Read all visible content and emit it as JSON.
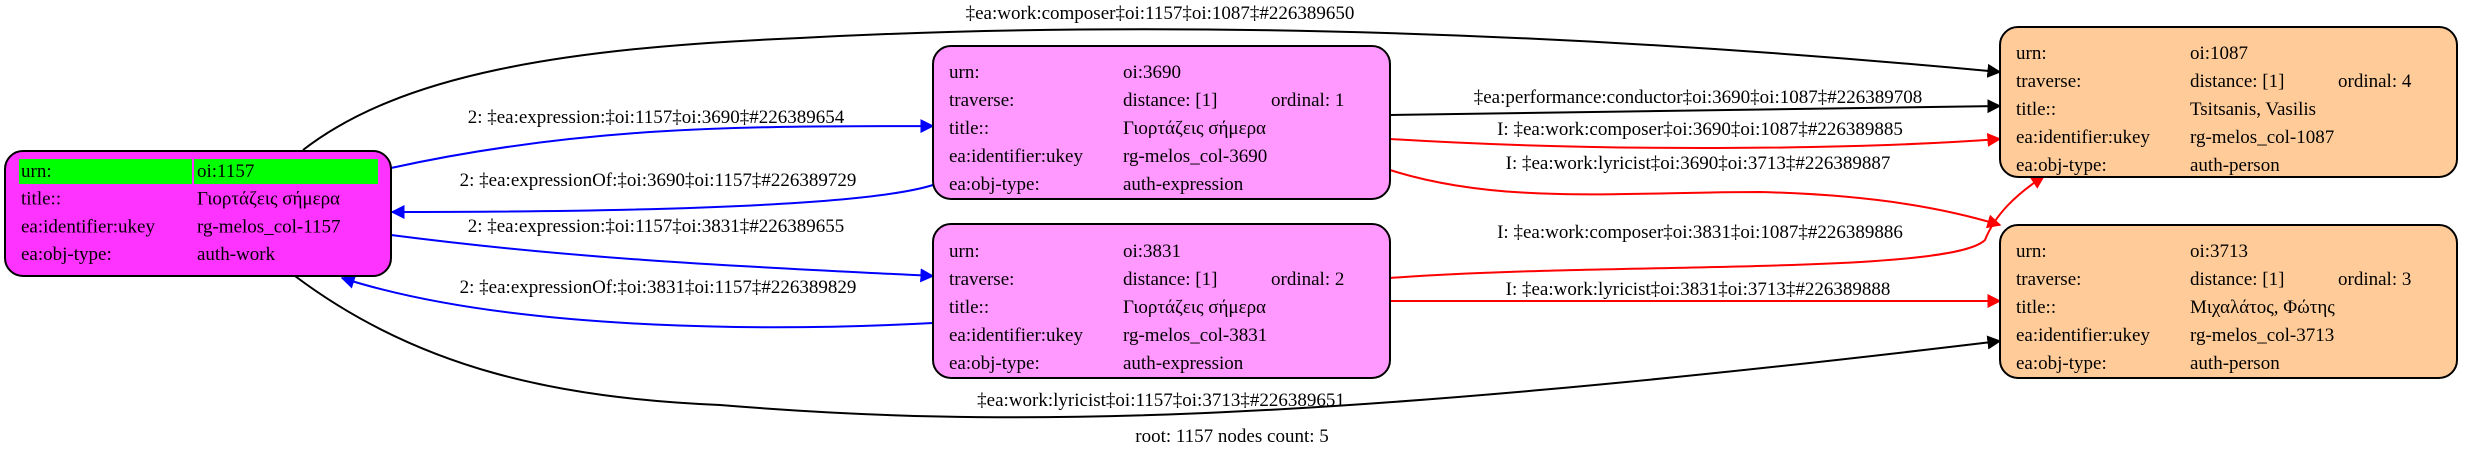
{
  "colors": {
    "work_fill": "#ff33ff",
    "work_highlight": "#00ff00",
    "expression_fill": "#ff99ff",
    "person_fill": "#ffcc99",
    "edge_black": "#000000",
    "edge_blue": "#0000ff",
    "edge_red": "#ff0000"
  },
  "nodes": {
    "n1157": {
      "rows": [
        [
          "urn:",
          "oi:1157"
        ],
        [
          "title::",
          "Γιορτάζεις σήμερα"
        ],
        [
          "ea:identifier:ukey",
          "rg-melos_col-1157"
        ],
        [
          "ea:obj-type:",
          "auth-work"
        ]
      ]
    },
    "n3690": {
      "rows": [
        [
          "urn:",
          "oi:3690"
        ],
        [
          "traverse:",
          "distance: [1]",
          "ordinal: 1"
        ],
        [
          "title::",
          "Γιορτάζεις σήμερα"
        ],
        [
          "ea:identifier:ukey",
          "rg-melos_col-3690"
        ],
        [
          "ea:obj-type:",
          "auth-expression"
        ]
      ]
    },
    "n3831": {
      "rows": [
        [
          "urn:",
          "oi:3831"
        ],
        [
          "traverse:",
          "distance: [1]",
          "ordinal: 2"
        ],
        [
          "title::",
          "Γιορτάζεις σήμερα"
        ],
        [
          "ea:identifier:ukey",
          "rg-melos_col-3831"
        ],
        [
          "ea:obj-type:",
          "auth-expression"
        ]
      ]
    },
    "n1087": {
      "rows": [
        [
          "urn:",
          "oi:1087"
        ],
        [
          "traverse:",
          "distance: [1]",
          "ordinal: 4"
        ],
        [
          "title::",
          "Tsitsanis, Vasilis"
        ],
        [
          "ea:identifier:ukey",
          "rg-melos_col-1087"
        ],
        [
          "ea:obj-type:",
          "auth-person"
        ]
      ]
    },
    "n3713": {
      "rows": [
        [
          "urn:",
          "oi:3713"
        ],
        [
          "traverse:",
          "distance: [1]",
          "ordinal: 3"
        ],
        [
          "title::",
          "Μιχαλάτος, Φώτης"
        ],
        [
          "ea:identifier:ukey",
          "rg-melos_col-3713"
        ],
        [
          "ea:obj-type:",
          "auth-person"
        ]
      ]
    }
  },
  "edges": {
    "composer_1157_1087": "‡ea:work:composer‡oi:1157‡oi:1087‡#226389650",
    "expression_1157_3690": "2: ‡ea:expression:‡oi:1157‡oi:3690‡#226389654",
    "expressionOf_3690_1157": "2: ‡ea:expressionOf:‡oi:3690‡oi:1157‡#226389729",
    "expression_1157_3831": "2: ‡ea:expression:‡oi:1157‡oi:3831‡#226389655",
    "expressionOf_3831_1157": "2: ‡ea:expressionOf:‡oi:3831‡oi:1157‡#226389829",
    "lyricist_1157_3713": "‡ea:work:lyricist‡oi:1157‡oi:3713‡#226389651",
    "conductor_3690_1087": "‡ea:performance:conductor‡oi:3690‡oi:1087‡#226389708",
    "composer_3690_1087": "I: ‡ea:work:composer‡oi:3690‡oi:1087‡#226389885",
    "lyricist_3690_3713": "I: ‡ea:work:lyricist‡oi:3690‡oi:3713‡#226389887",
    "composer_3831_1087": "I: ‡ea:work:composer‡oi:3831‡oi:1087‡#226389886",
    "lyricist_3831_3713": "I: ‡ea:work:lyricist‡oi:3831‡oi:3713‡#226389888"
  },
  "footer": "root: 1157 nodes count: 5"
}
